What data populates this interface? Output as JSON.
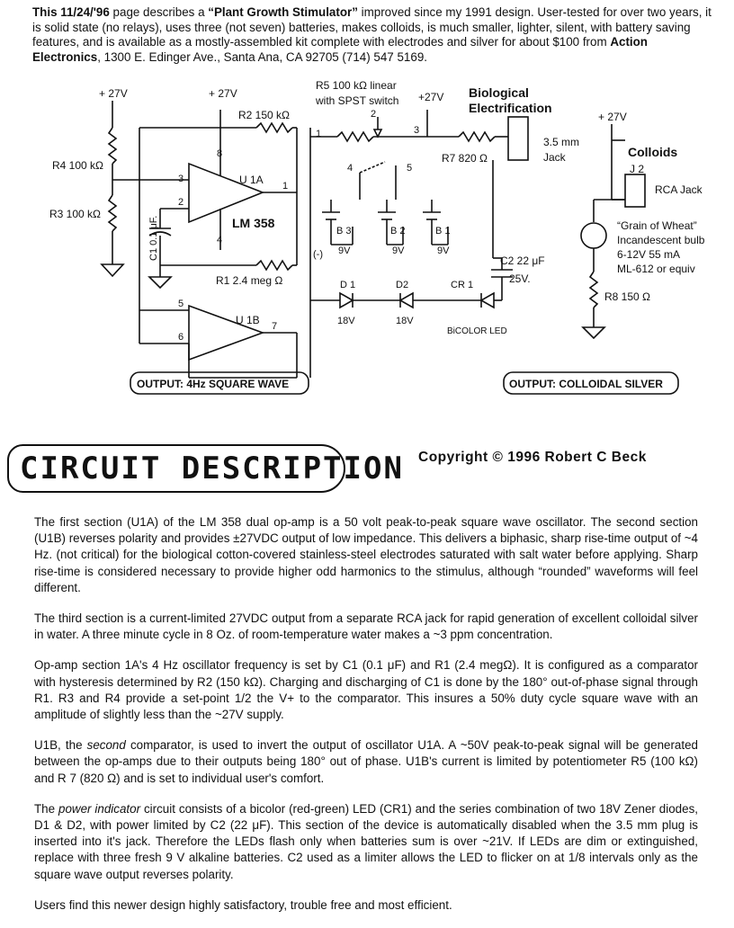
{
  "intro": {
    "lead": "This 11/24/'96",
    "t1": " page describes a ",
    "product": "“Plant Growth Stimulator”",
    "t2": " improved since my 1991 design.  User-tested for over two years, it is solid state (no relays), uses three (not seven) batteries, makes colloids, is much smaller, lighter, silent, with battery saving features, and is available as a mostly-assembled kit complete with electrodes and silver for about $100 from ",
    "company": "Action Electronics",
    "t3": ", 1300 E. Edinger Ave., Santa Ana,  CA 92705  (714) 547 5169."
  },
  "schematic": {
    "labels": {
      "v27_a": "+ 27V",
      "v27_b": "+ 27V",
      "v27_c": "+27V",
      "v27_d": "+ 27V",
      "r4": "R4 100 kΩ",
      "r3": "R3  100 kΩ",
      "r2": "R2  150 kΩ",
      "r1": "R1  2.4 meg Ω",
      "r5_line1": "R5  100 kΩ linear",
      "r5_line2": "with SPST switch",
      "r7": "R7  820 Ω",
      "r8": "R8  150 Ω",
      "c1": "C1  0.1 μF.",
      "c2_value": "C2  22 μF",
      "c2_voltage": "25V.",
      "u1a": "U 1A",
      "u1b": "U 1B",
      "lm358": "LM 358",
      "bio_line1": "Biological",
      "bio_line2": "Electrification",
      "jack_line1": "3.5 mm",
      "jack_line2": "Jack",
      "colloids": "Colloids",
      "j2": "J 2",
      "rca_jack": "RCA Jack",
      "bulb_line1": "“Grain of Wheat”",
      "bulb_line2": "Incandescent bulb",
      "bulb_line3": "6-12V  55 mA",
      "bulb_line4": "ML-612 or equiv",
      "b1": "B 1",
      "b2": "B 2",
      "b3": "B 3",
      "bat_v1": "9V",
      "bat_v2": "9V",
      "bat_v3": "9V",
      "neg": "(-)",
      "d1": "D 1",
      "d2": "D2",
      "cr1": "CR 1",
      "v18_a": "18V",
      "v18_b": "18V",
      "bicolor": "BiCOLOR LED",
      "pin8": "8",
      "pin3": "3",
      "pin2": "2",
      "pin1": "1",
      "pin4": "4",
      "pin5": "5",
      "pin6": "6",
      "pin7": "7",
      "sw_pin1": "1",
      "sw_pin2": "2",
      "sw_pin3": "3",
      "sw_pin4": "4",
      "sw_pin5": "5",
      "out1": "OUTPUT:  4Hz SQUARE WAVE",
      "out2": "OUTPUT: COLLOIDAL SILVER"
    }
  },
  "section_title": "CIRCUIT DESCRIPTION",
  "copyright": "Copyright © 1996 Robert C Beck",
  "paragraphs": {
    "p1": "The first section (U1A) of the LM 358 dual op-amp is a 50 volt peak-to-peak square wave oscillator.  The second section (U1B) reverses polarity and provides ±27VDC output of low impedance.  This delivers a biphasic, sharp rise-time output of ~4 Hz. (not critical) for the biological cotton-covered stainless-steel electrodes saturated with salt water before applying.  Sharp rise-time is considered necessary to provide higher odd harmonics to the stimulus, although “rounded” waveforms will feel different.",
    "p2": "The third section is a current-limited 27VDC output from a separate RCA jack for rapid generation of excellent colloidal silver in water.  A three minute cycle in 8 Oz. of room-temperature water makes a ~3  ppm concentration.",
    "p3": "Op-amp section 1A's 4 Hz oscillator frequency is set by C1 (0.1 μF) and R1 (2.4 megΩ). It is configured as a comparator with hysteresis determined by R2 (150 kΩ).  Charging and discharging of C1 is done by the 180° out-of-phase signal through R1.  R3 and R4 provide a set-point 1/2 the V+  to the comparator.  This insures a 50% duty cycle square wave with an amplitude of slightly less than the ~27V supply.",
    "p4_a": "U1B, the ",
    "p4_em": "second",
    "p4_b": " comparator, is used to invert the output of oscillator U1A.  A ~50V peak-to-peak signal will be generated between the op-amps due to their outputs being 180° out of phase.  U1B's current is limited by potentiometer R5 (100 kΩ) and R 7 (820 Ω) and is set to individual user's comfort.",
    "p5_a": "The ",
    "p5_em": "power indicator",
    "p5_b": " circuit consists of a bicolor (red-green) LED (CR1) and the series combination of two 18V Zener diodes, D1 & D2, with power limited by C2 (22 μF).  This section of the device is automatically disabled when the 3.5 mm plug is inserted into it's jack.  Therefore the LEDs flash only when batteries sum is over ~21V.  If LEDs are dim or extinguished, replace with three fresh 9 V alkaline batteries.  C2 used as a limiter allows the LED to flicker on at 1/8 intervals only as the square wave output reverses polarity.",
    "p6": "Users find this newer design highly satisfactory, trouble free and most efficient."
  }
}
